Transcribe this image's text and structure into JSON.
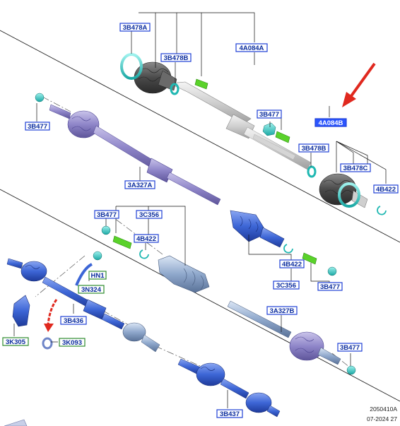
{
  "colors": {
    "label_blue_border": "#1f3fd6",
    "label_green_border": "#2e8b2e",
    "label_text": "#0a2c9e",
    "highlight_fill": "#2b55ff",
    "arrow_red": "#e0281e",
    "leader": "#111111"
  },
  "labels": [
    {
      "id": "l1",
      "text": "3B478A",
      "kind": "blue"
    },
    {
      "id": "l2",
      "text": "3B478B",
      "kind": "blue"
    },
    {
      "id": "l3",
      "text": "4A084A",
      "kind": "blue"
    },
    {
      "id": "l4",
      "text": "3B477",
      "kind": "blue"
    },
    {
      "id": "l5",
      "text": "3B477",
      "kind": "blue"
    },
    {
      "id": "l6",
      "text": "4A084B",
      "kind": "highlight"
    },
    {
      "id": "l7",
      "text": "3B478B",
      "kind": "blue"
    },
    {
      "id": "l8",
      "text": "3B478C",
      "kind": "blue"
    },
    {
      "id": "l9",
      "text": "4B422",
      "kind": "blue"
    },
    {
      "id": "l10",
      "text": "3A327A",
      "kind": "blue"
    },
    {
      "id": "l11",
      "text": "3B477",
      "kind": "blue"
    },
    {
      "id": "l12",
      "text": "3C356",
      "kind": "blue"
    },
    {
      "id": "l13",
      "text": "4B422",
      "kind": "blue"
    },
    {
      "id": "l14",
      "text": "4B422",
      "kind": "blue"
    },
    {
      "id": "l15",
      "text": "3C356",
      "kind": "blue"
    },
    {
      "id": "l16",
      "text": "3B477",
      "kind": "blue"
    },
    {
      "id": "l17",
      "text": "HN1",
      "kind": "green"
    },
    {
      "id": "l18",
      "text": "3N324",
      "kind": "green"
    },
    {
      "id": "l19",
      "text": "3B436",
      "kind": "blue"
    },
    {
      "id": "l20",
      "text": "3A327B",
      "kind": "blue"
    },
    {
      "id": "l21",
      "text": "3K305",
      "kind": "green"
    },
    {
      "id": "l22",
      "text": "3K093",
      "kind": "green"
    },
    {
      "id": "l23",
      "text": "3B477",
      "kind": "blue"
    },
    {
      "id": "l24",
      "text": "3B437",
      "kind": "blue"
    }
  ],
  "footer": {
    "code": "2050410A",
    "date": "07-2024 27"
  }
}
